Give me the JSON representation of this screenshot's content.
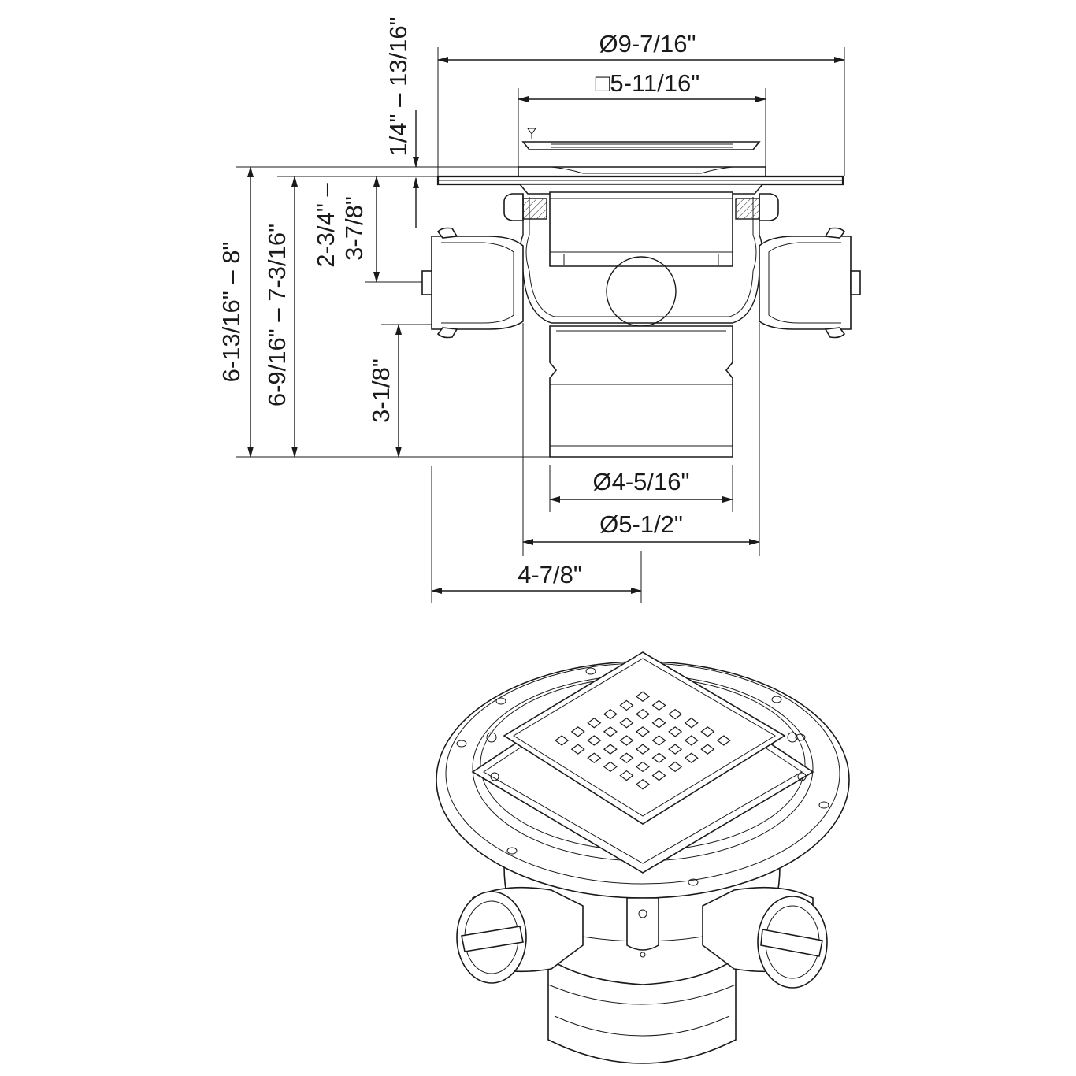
{
  "dimensions": {
    "flange_diameter": "Ø9-7/16\"",
    "grate_square": "□5-11/16\"",
    "grate_height_range": "1/4\" – 13/16\"",
    "overall_height_range": "6-13/16\" – 8\"",
    "height_to_outlet_range": "6-9/16\" – 7-3/16\"",
    "side_inlet_height_line1": "2-3/4\" –",
    "side_inlet_height_line2": "3-7/8\"",
    "outlet_height": "3-1/8\"",
    "outlet_diameter_inner": "Ø4-5/16\"",
    "outlet_diameter_outer": "Ø5-1/2\"",
    "side_inlet_offset": "4-7/8\""
  },
  "colors": {
    "line": "#1a1a1a",
    "background": "#ffffff"
  }
}
